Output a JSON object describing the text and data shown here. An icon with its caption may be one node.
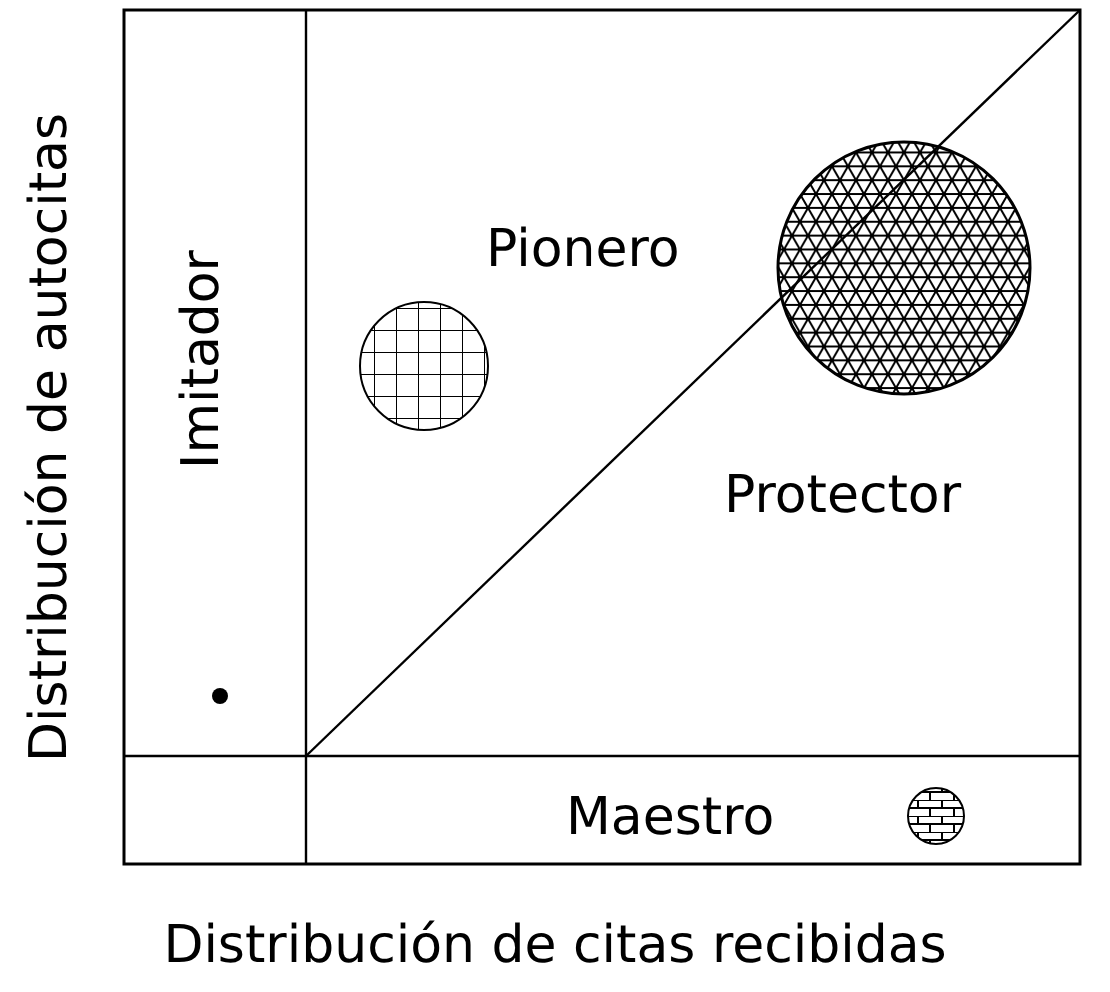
{
  "diagram": {
    "labels": [
      "Distribución de autocitas",
      "Imitador",
      "Pionero",
      "Protector",
      "Maestro",
      "Distribución de citas recibidas"
    ]
  }
}
